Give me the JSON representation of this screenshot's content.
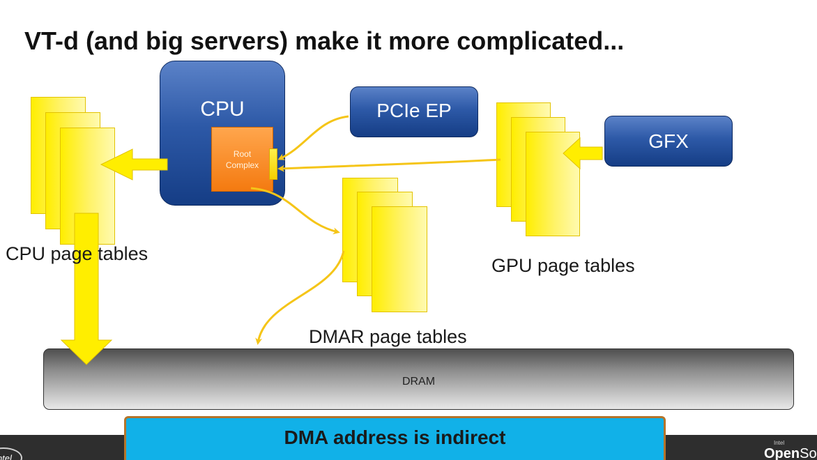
{
  "slide": {
    "title": "VT-d (and big servers) make it more complicated...",
    "banner": "DMA address is indirect"
  },
  "nodes": {
    "cpu": "CPU",
    "pcie": "PCIe EP",
    "gfx": "GFX",
    "root_line1": "Root",
    "root_line2": "Complex",
    "dram": "DRAM"
  },
  "labels": {
    "cpu_page_tables": "CPU page tables",
    "gpu_page_tables": "GPU page tables",
    "dmar_page_tables": "DMAR page tables"
  },
  "footer": {
    "intel_logo": "intel",
    "os_small": "Intel",
    "os_open": "Open",
    "os_source": "Source"
  },
  "colors": {
    "box_blue": "#2d59a7",
    "root_orange": "#f47a10",
    "page_yellow": "#ffee00",
    "banner_cyan": "#11b1e8",
    "banner_border": "#b5742a",
    "arrow_yellow": "#f5c518"
  }
}
